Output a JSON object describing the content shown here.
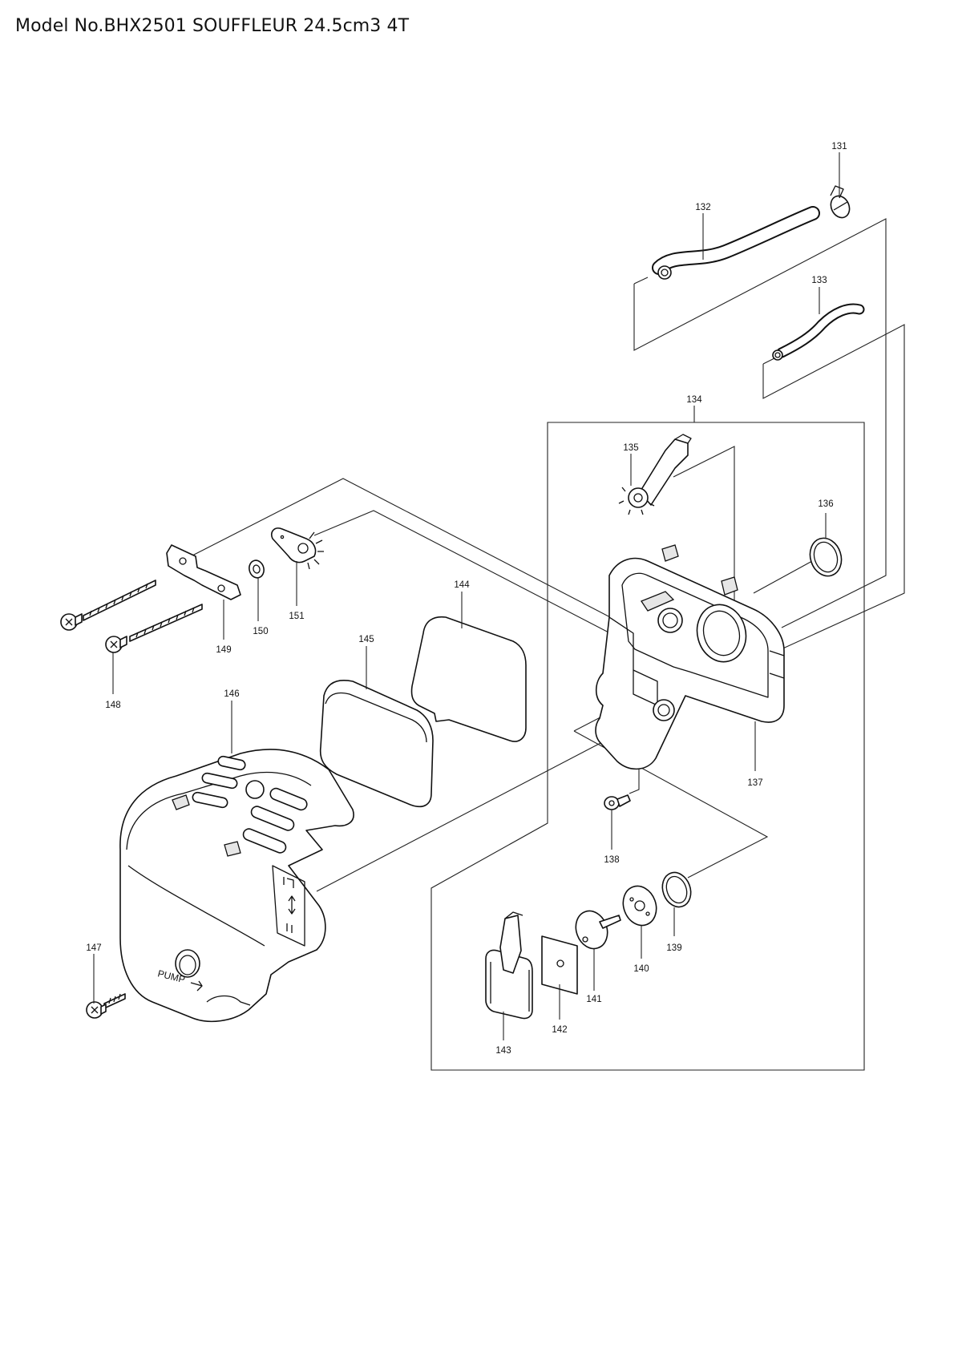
{
  "title": "Model No.BHX2501 SOUFFLEUR 24.5cm3 4T",
  "diagram": {
    "parts": [
      {
        "id": "131",
        "label": "131"
      },
      {
        "id": "132",
        "label": "132"
      },
      {
        "id": "133",
        "label": "133"
      },
      {
        "id": "134",
        "label": "134"
      },
      {
        "id": "135",
        "label": "135"
      },
      {
        "id": "136",
        "label": "136"
      },
      {
        "id": "137",
        "label": "137"
      },
      {
        "id": "138",
        "label": "138"
      },
      {
        "id": "139",
        "label": "139"
      },
      {
        "id": "140",
        "label": "140"
      },
      {
        "id": "141",
        "label": "141"
      },
      {
        "id": "142",
        "label": "142"
      },
      {
        "id": "143",
        "label": "143"
      },
      {
        "id": "144",
        "label": "144"
      },
      {
        "id": "145",
        "label": "145"
      },
      {
        "id": "146",
        "label": "146"
      },
      {
        "id": "147",
        "label": "147"
      },
      {
        "id": "148",
        "label": "148"
      },
      {
        "id": "149",
        "label": "149"
      },
      {
        "id": "150",
        "label": "150"
      },
      {
        "id": "151",
        "label": "151"
      }
    ],
    "cover_text": "PUMP"
  }
}
